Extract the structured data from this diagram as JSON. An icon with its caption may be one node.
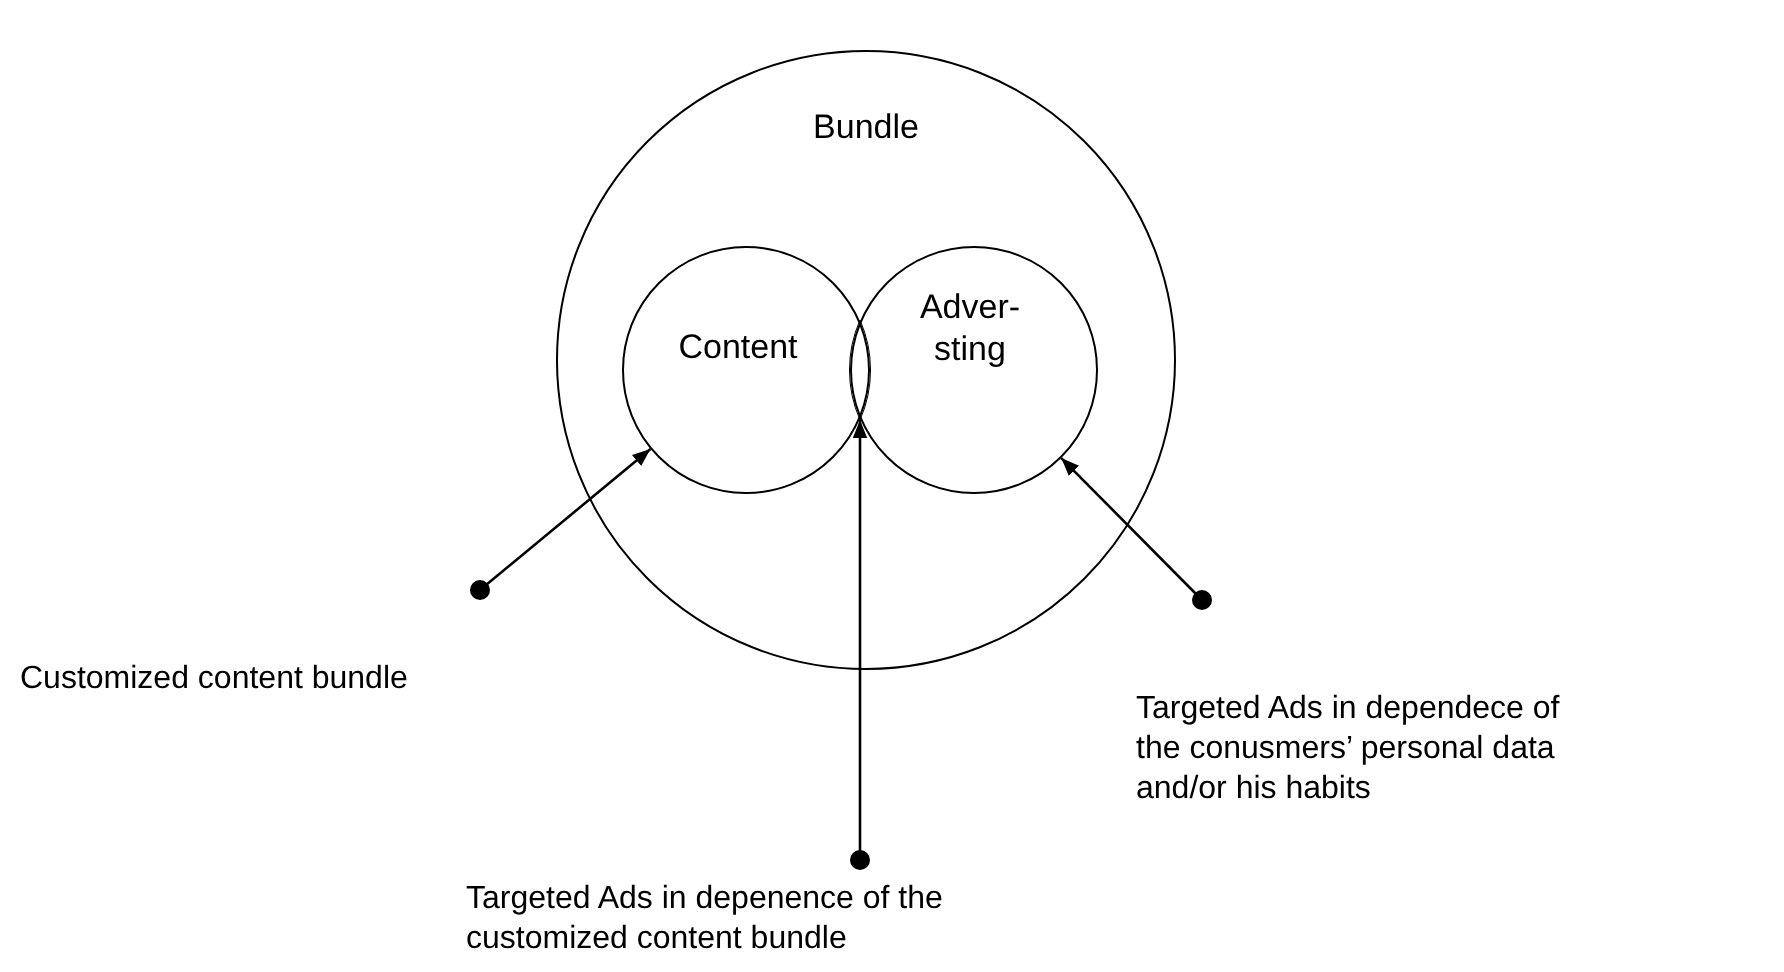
{
  "diagram": {
    "nodes": [
      {
        "text": [
          "Bundle"
        ]
      },
      {
        "text": [
          "Content"
        ],
        "in": 0
      },
      {
        "text": [
          "Adver- sting"
        ],
        "in": 0
      },
      {
        "text": [
          "Customized content bundle"
        ]
      },
      {
        "text": [
          "Targeted Ads in dependece of the conusmers’ personal data and/or his habits"
        ]
      },
      {
        "text": [
          "Targeted Ads in depenence of the customized content bundle"
        ]
      },
      {
        "text": [],
        "shape": "lens"
      }
    ],
    "edges": [
      {
        "from": 3,
        "to": 1,
        "arrow": "to"
      },
      {
        "from": 5,
        "to": 6,
        "arrow": "to"
      },
      {
        "from": 4,
        "to": 2,
        "arrow": "to"
      }
    ]
  }
}
